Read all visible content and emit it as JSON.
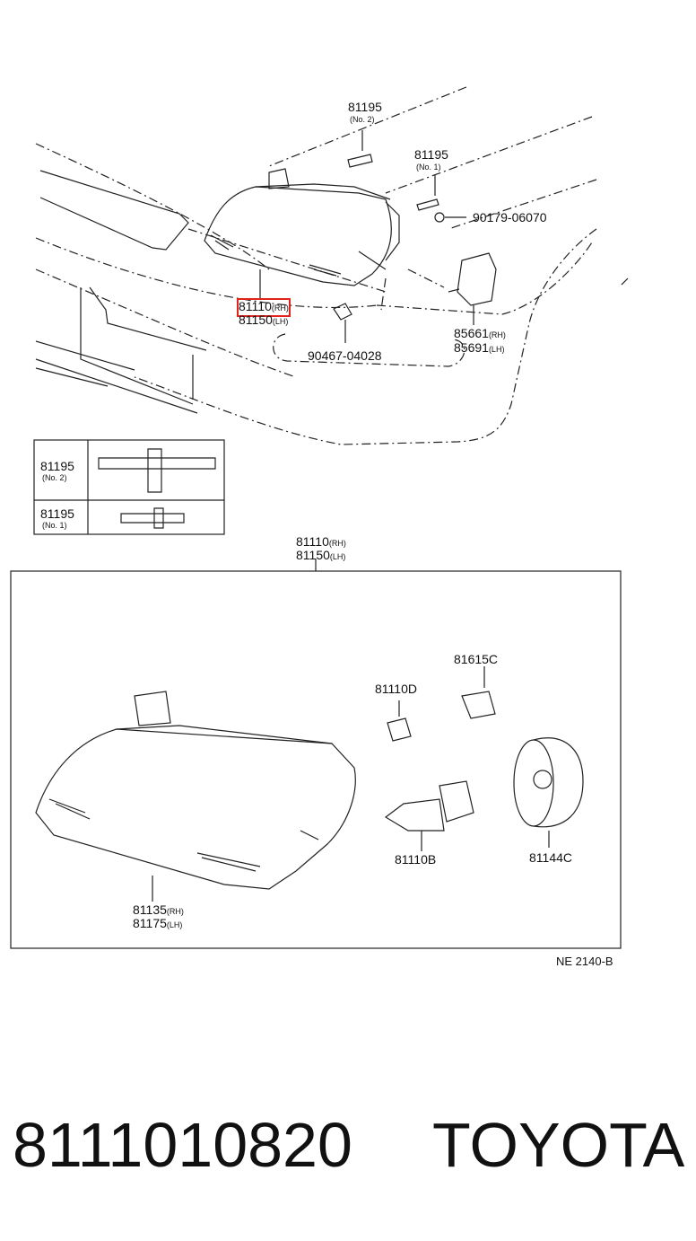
{
  "labels": {
    "bolt_no2": "81195",
    "bolt_no2_sub": "(No. 2)",
    "bolt_no1": "81195",
    "bolt_no1_sub": "(No. 1)",
    "nut": "90179-06070",
    "headlamp_rh": "81110",
    "headlamp_rh_sfx": "(RH)",
    "headlamp_lh": "81150",
    "headlamp_lh_sfx": "(LH)",
    "clip": "90467-04028",
    "socket_rh": "85661",
    "socket_rh_sfx": "(RH)",
    "socket_lh": "85691",
    "socket_lh_sfx": "(LH)"
  },
  "legend_box": {
    "rows": [
      {
        "code": "81195",
        "sub": "(No. 2)"
      },
      {
        "code": "81195",
        "sub": "(No. 1)"
      }
    ]
  },
  "exploded_view": {
    "assembly_rh": "81110",
    "assembly_rh_sfx": "(RH)",
    "assembly_lh": "81150",
    "assembly_lh_sfx": "(LH)",
    "small_bulb": "81110D",
    "small_socket": "81615C",
    "halogen_bulb": "81110B",
    "bulb_cover": "81144C",
    "lens_rh": "81135",
    "lens_rh_sfx": "(RH)",
    "lens_lh": "81175",
    "lens_lh_sfx": "(LH)"
  },
  "drawing_code": "NE 2140-B",
  "part_number": "8111010820",
  "brand": "TOYOTA",
  "highlight_color": "#e2231a"
}
